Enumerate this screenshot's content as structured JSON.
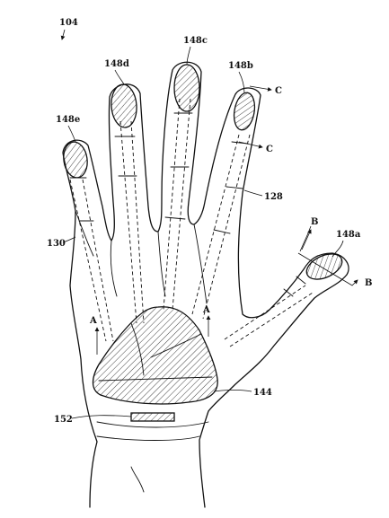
{
  "figure": {
    "ref_main": "104",
    "labels": {
      "nail_a": "148a",
      "nail_b": "148b",
      "nail_c": "148c",
      "nail_d": "148d",
      "nail_e": "148e",
      "glove_outline": "128",
      "glove_edge": "130",
      "palm_pad": "144",
      "wrist_band": "152",
      "section_a_left": "A",
      "section_a_right": "A",
      "section_b_top": "B",
      "section_b_bottom": "B",
      "section_c_top": "C",
      "section_c_bottom": "C"
    }
  }
}
